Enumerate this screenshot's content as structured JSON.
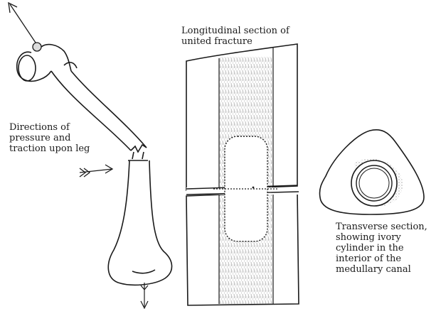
{
  "labels": {
    "directions": "Directions of\npressure and\ntraction upon leg",
    "longitudinal_section": "Longitudinal section of\nunited fracture",
    "transverse_section": "Transverse section,\nshowing ivory\ncylinder in the\ninterior of the\nmedullary canal"
  },
  "colors": {
    "ink": "#1a1a1a",
    "paper": "#ffffff",
    "hatch": "#8a8a8a"
  },
  "icons": {
    "traction_arrow": "arrow-up-left-icon",
    "pressure_arrow": "arrow-right-icon",
    "bottom_arrow": "arrow-down-icon"
  }
}
